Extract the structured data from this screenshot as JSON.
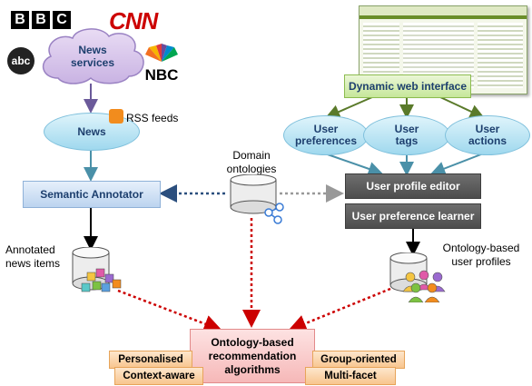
{
  "logos": {
    "bbc": [
      "B",
      "B",
      "C"
    ],
    "cnn": "CNN",
    "abc": "abc",
    "nbc": "NBC"
  },
  "nodes": {
    "news_services": "News services",
    "news": "News",
    "rss_feeds": "RSS feeds",
    "semantic_annotator": "Semantic Annotator",
    "annotated_news": "Annotated news items",
    "domain_ontologies": "Domain ontologies",
    "dynamic_web_interface": "Dynamic web interface",
    "user_preferences": "User preferences",
    "user_tags": "User tags",
    "user_actions": "User actions",
    "user_profile_editor": "User profile editor",
    "user_preference_learner": "User preference learner",
    "ontology_profiles": "Ontology-based user profiles",
    "recommendation": "Ontology-based recommendation algorithms",
    "personalised": "Personalised",
    "context_aware": "Context-aware",
    "group_oriented": "Group-oriented",
    "multi_facet": "Multi-facet"
  },
  "colors": {
    "arrow_blue": "#4a90a8",
    "arrow_green": "#5a7a2a",
    "arrow_red": "#cc0000",
    "arrow_dark": "#2b4f7e",
    "arrow_gray": "#999999"
  }
}
